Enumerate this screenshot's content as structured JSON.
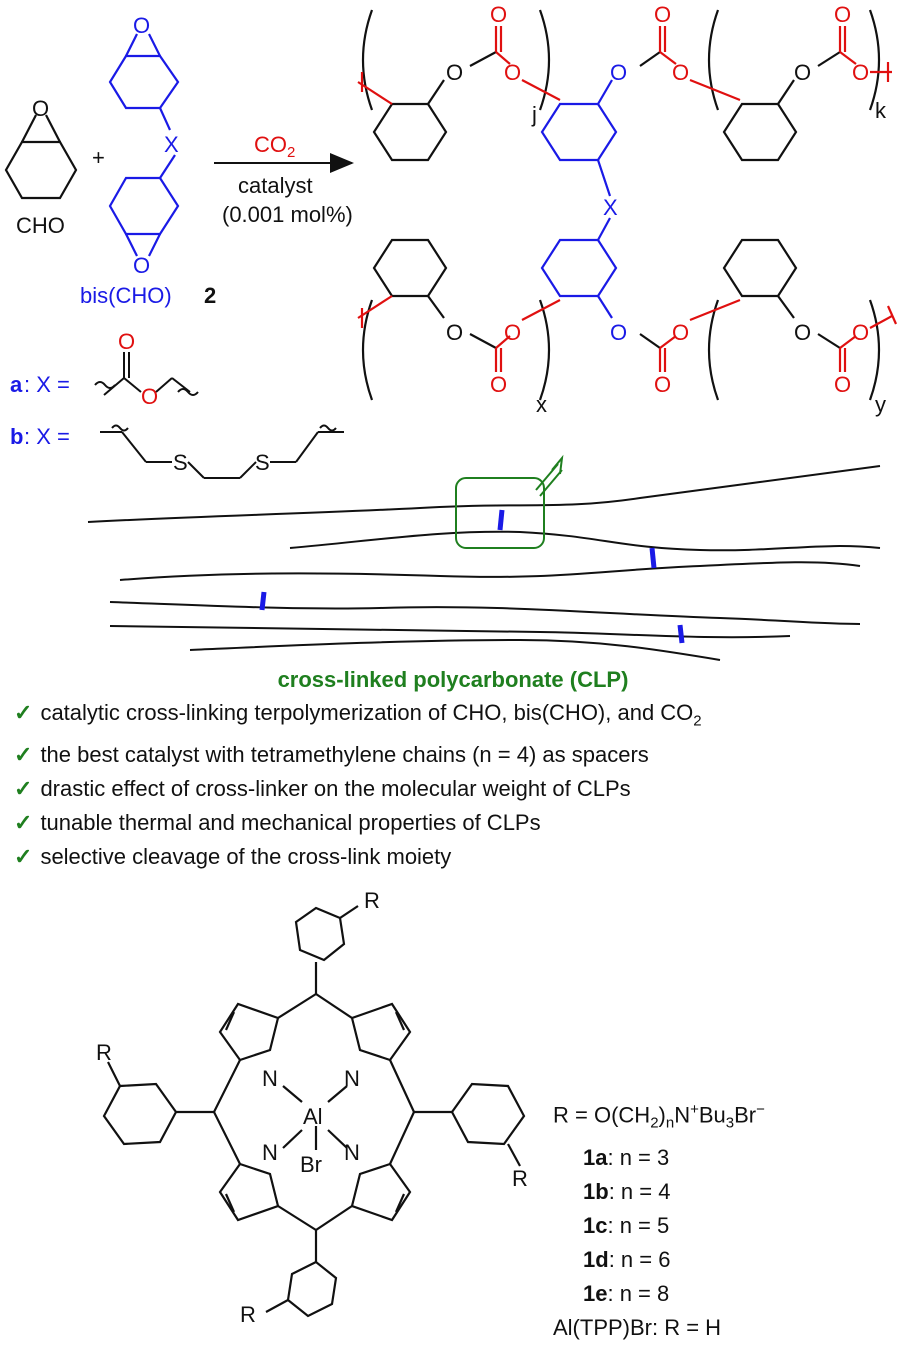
{
  "scheme": {
    "epoxide_label": "CHO",
    "plus": "+",
    "bischo_label": "bis(CHO)",
    "bischo_number": "2",
    "x_atom": "X",
    "oxygen": "O",
    "sulfur": "S",
    "arrow_top": "CO2",
    "arrow_line2": "catalyst",
    "arrow_line3": "(0.001 mol%)",
    "variant_a_letter": "a",
    "variant_a_eq": ": X =",
    "variant_b_letter": "b",
    "variant_b_eq": ": X =",
    "subscripts": [
      "j",
      "k",
      "x",
      "y"
    ]
  },
  "network": {
    "title": "cross-linked polycarbonate (CLP)"
  },
  "bullets": [
    {
      "text": "catalytic cross-linking terpolymerization of CHO, bis(CHO), and CO",
      "sub": "2"
    },
    {
      "text": "the best catalyst with tetramethylene chains (n = 4) as spacers",
      "sub": ""
    },
    {
      "text": "drastic effect of cross-linker on the molecular weight of CLPs",
      "sub": ""
    },
    {
      "text": "tunable thermal and mechanical properties of CLPs",
      "sub": ""
    },
    {
      "text": "selective cleavage of the cross-link moiety",
      "sub": ""
    }
  ],
  "catalyst": {
    "metal": "Al",
    "axial": "Br",
    "nitrogen": "N",
    "substituent": "R",
    "r_definition": {
      "pre": "R = O(CH",
      "sub1": "2",
      "mid": ")",
      "sub2": "n",
      "mid2": "N",
      "sup": "+",
      "post": "Bu",
      "sub3": "3",
      "post2": "Br",
      "sup2": "−"
    },
    "entries": [
      {
        "id": "1a",
        "text": ": n = 3"
      },
      {
        "id": "1b",
        "text": ": n = 4"
      },
      {
        "id": "1c",
        "text": ": n = 5"
      },
      {
        "id": "1d",
        "text": ": n = 6"
      },
      {
        "id": "1e",
        "text": ": n = 8"
      }
    ],
    "reference": "Al(TPP)Br: R = H"
  },
  "colors": {
    "blue": "#1a1ae6",
    "red": "#e01010",
    "green": "#1f7f1f",
    "black": "#111111"
  }
}
